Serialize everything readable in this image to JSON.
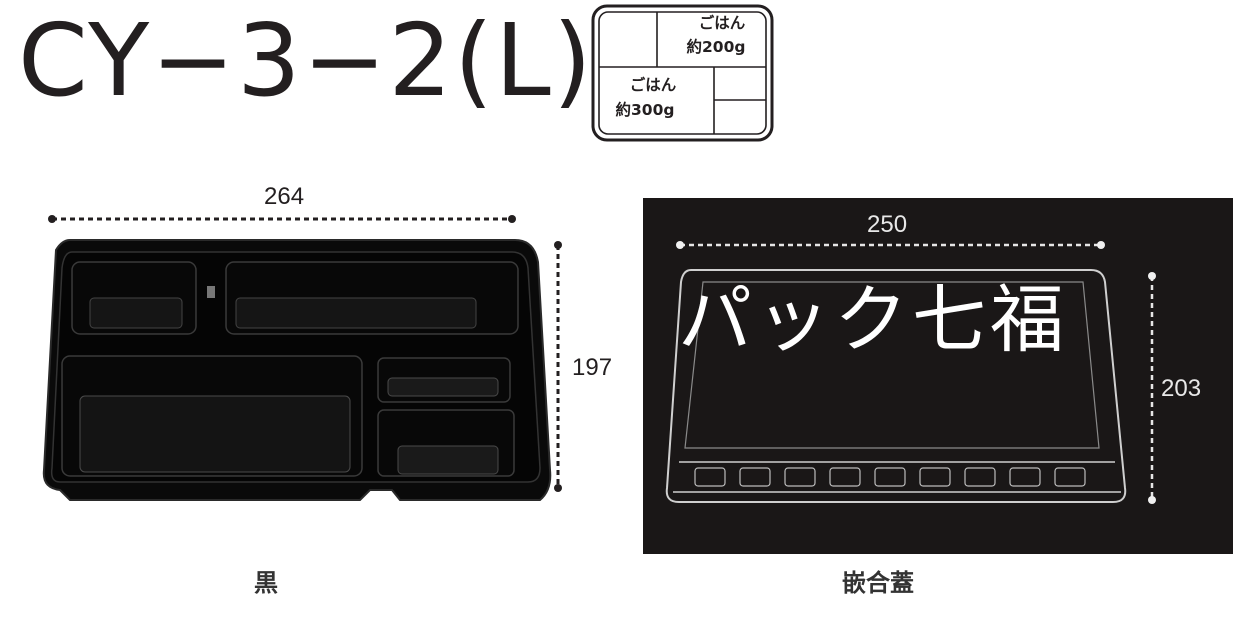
{
  "product": {
    "model_code": "CY−3−2(L)"
  },
  "layout_diagram": {
    "compartments": [
      {
        "line1": "ごはん",
        "line2": "約200g"
      },
      {
        "line1": "ごはん",
        "line2": "約300g"
      }
    ]
  },
  "tray": {
    "width_mm": "264",
    "depth_mm": "197",
    "caption": "黒",
    "color": "#000000"
  },
  "lid": {
    "width_mm": "250",
    "depth_mm": "203",
    "caption": "嵌合蓋",
    "panel_color": "#1a1717"
  },
  "watermark": {
    "text": "パック七福"
  }
}
